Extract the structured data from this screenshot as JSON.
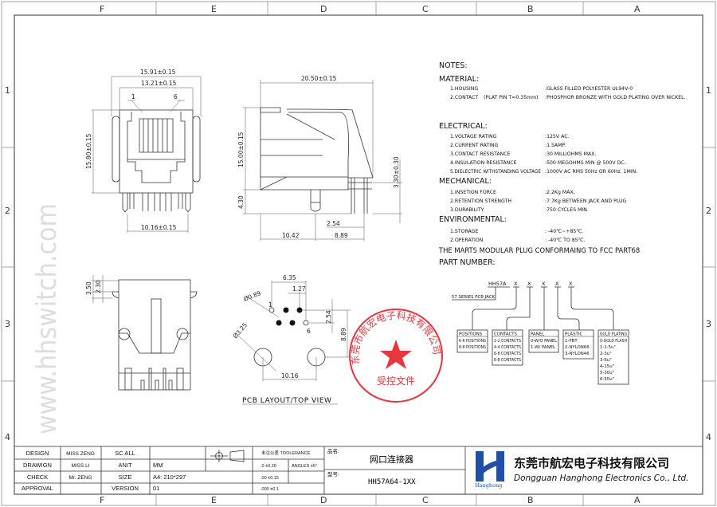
{
  "frame": {
    "columns": [
      "F",
      "E",
      "D",
      "C",
      "B",
      "A"
    ],
    "rows": [
      "1",
      "2",
      "3",
      "4"
    ]
  },
  "watermark": "www.hhswitch.com",
  "front_view": {
    "dim_overall_width": "15.91±0.15",
    "dim_inner_width": "13.21±0.15",
    "dim_height": "15.80±0.15",
    "dim_post_spacing": "10.16±0.15",
    "pin_first": "1",
    "pin_last": "6"
  },
  "side_view": {
    "dim_length": "20.50±0.15",
    "dim_height": "15.00±0.15",
    "dim_post": "4.30",
    "dim_pin": "3.30±0.30",
    "dim_pitch": "2.54",
    "dim_a": "10.42",
    "dim_b": "8.89"
  },
  "top_view": {
    "dim_a": "3.50",
    "dim_b": "2.30"
  },
  "pcb_layout": {
    "title": "PCB LAYOUT/TOP VIEW",
    "dim_6_35": "6.35",
    "dim_1_27": "1.27",
    "dim_hole": "Ø0.89",
    "dim_post_hole": "Ø3.25",
    "dim_2_54": "2.54",
    "dim_8_89": "8.89",
    "dim_10_16": "10.16",
    "pin_first": "1",
    "pin_last": "6"
  },
  "notes": {
    "title": "NOTES:",
    "material": {
      "heading": "MATERIAL:",
      "items": [
        {
          "label": "1.HOUSING",
          "extra": "",
          "value": ":GLASS FILLED POLYESTER UL94V-0"
        },
        {
          "label": "2.CONTACT",
          "extra": "(PLAT PIN T=0.35mm)",
          "value": ":PHOSPHOR BRONZE WITH GOLD PLATING OVER NICKEL."
        }
      ]
    },
    "electrical": {
      "heading": "ELECTRICAL:",
      "items": [
        {
          "label": "1.VOLTAGE RATING",
          "value": ":125V AC."
        },
        {
          "label": "2.CURRENT RATING",
          "value": ":1.5AMP."
        },
        {
          "label": "3.CONTACT RESISTANCE",
          "value": ":30 MILLIOHMS MAX."
        },
        {
          "label": "4.INSULATION RESISTANCE",
          "value": ":500 MEGOHMS MIN @ 500V DC."
        },
        {
          "label": "5.DIELECTRIC WITHSTANDING VOLTAGE",
          "value": ":1000V AC RMS 50Hz OR 60Hz. 1MIN."
        }
      ]
    },
    "mechanical": {
      "heading": "MECHANICAL:",
      "items": [
        {
          "label": "1.INSETION FORCE",
          "value": ":2.2Kg MAX."
        },
        {
          "label": "2.RETENTION STRENGTH",
          "value": ":7.7Kg BETWEEN JACK AND PLUG"
        },
        {
          "label": "3.DURABILITY",
          "value": ":750 CYCLES MIN."
        }
      ]
    },
    "environmental": {
      "heading": "ENVIRONMENTAL:",
      "items": [
        {
          "label": "1.STORAGE",
          "value": ": -40℃~+85℃."
        },
        {
          "label": "2.OPERATION",
          "value": ": -40℃ TO 85℃."
        }
      ]
    },
    "fcc": "THE MARTS MODULAR PLUG CONFORMAING TO FCC PART68",
    "part_number_heading": "PART NUMBER:"
  },
  "part_number": {
    "prefix": "HH57A",
    "slots": [
      "X",
      "X",
      "X",
      "X",
      "X"
    ],
    "series_label": "57 SERIES PCB JACK",
    "boxes": [
      {
        "title": "POSITIONS",
        "options": [
          "6-6 POSITIONS",
          "8-8 POSITIONS"
        ]
      },
      {
        "title": "CONTACTS",
        "options": [
          "2-2 CONTACTS",
          "4-4 CONTACTS",
          "6-6 CONTACTS",
          "8-8 CONTACTS"
        ]
      },
      {
        "title": "PANEL",
        "options": [
          "0-W/O PANEL",
          "1-W/ PANEL"
        ]
      },
      {
        "title": "PLASTIC",
        "options": [
          "1-PBT",
          "2-NYLON66",
          "3-NYLON46"
        ]
      },
      {
        "title": "GOLD PLATING",
        "options": [
          "0-GOLD FLASH",
          "1-1.5u\"",
          "2-3u\"",
          "3-6u\"",
          "4-15u\"",
          "5-30u\"",
          "6-50u\""
        ]
      }
    ]
  },
  "stamp": {
    "ring_text": "东莞市航宏电子科技有限公司",
    "center_text": "受控文件",
    "color": "#e8202a"
  },
  "title_block": {
    "rows": [
      {
        "label": "DESIGN",
        "person": "MISS ZENG",
        "field": "SC ALL",
        "value": ""
      },
      {
        "label": "DRAWIGN",
        "person": "MISS LI",
        "field": "ANIT",
        "value": "MM"
      },
      {
        "label": "CHECK",
        "person": "Mr. ZENG",
        "field": "SIZE",
        "value": "A4:  210*297"
      },
      {
        "label": "APPROVAL",
        "person": "",
        "field": "VERSION",
        "value": "01"
      }
    ],
    "tolerance_title": "未注公差 TOOLERANCE",
    "tol_0": ".0  ±0.20",
    "tol_angles": "ANGLES  ±5°",
    "tol_00": ".00  ±0.15",
    "tol_000": ".000  ±0.1",
    "product_name_label": "品名:",
    "product_name": "网口连接器",
    "model_label": "型号:",
    "model": "HH57A64-1XX",
    "company_cn": "东莞市航宏电子科技有限公司",
    "company_en": "Dongguan Hanghong Electronics Co., Ltd.",
    "logo_text": "Hanghong",
    "brand_color": "#1f4fa8"
  }
}
